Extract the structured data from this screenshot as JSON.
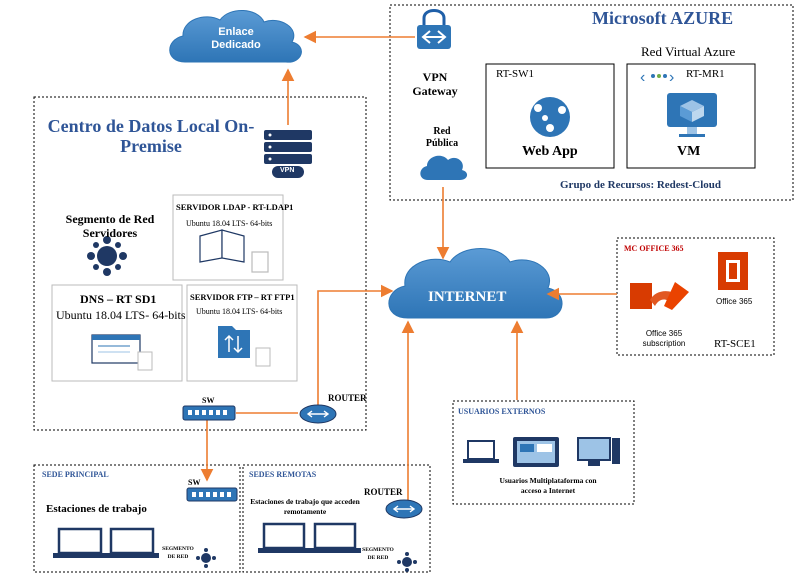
{
  "azure": {
    "title": "Microsoft AZURE",
    "vnet_label": "Red Virtual Azure",
    "vpn_gateway": "VPN Gateway",
    "public_net": "Red Pública",
    "sw1_id": "RT-SW1",
    "webapp": "Web App",
    "mr1_id": "RT-MR1",
    "vm": "VM",
    "resource_group": "Grupo de Recursos: Redest-Cloud"
  },
  "link": {
    "label": "Enlace Dedicado"
  },
  "internet": {
    "label": "INTERNET"
  },
  "onprem": {
    "title": "Centro de Datos Local On-Premise",
    "vpn_badge": "VPN",
    "segment_label": "Segmento de Red Servidores",
    "ldap_title": "SERVIDOR LDAP - RT-LDAP1",
    "ldap_os": "Ubuntu 18.04 LTS- 64-bits",
    "dns_title": "DNS – RT SD1",
    "dns_os": "Ubuntu 18.04 LTS- 64-bits",
    "ftp_title": "SERVIDOR FTP – RT FTP1",
    "ftp_os": "Ubuntu 18.04 LTS- 64-bits",
    "sw_label": "SW",
    "router_label": "ROUTER"
  },
  "office": {
    "title": "MC OFFICE 365",
    "product": "Office 365",
    "subscription": "Office 365 subscription",
    "id": "RT-SCE1"
  },
  "external": {
    "title": "USUARIOS EXTERNOS",
    "desc": "Usuarios Multiplataforma con acceso a Internet"
  },
  "hq": {
    "title": "SEDE PRINCIPAL",
    "sw_label": "SW",
    "workstations": "Estaciones de trabajo",
    "segment": "SEGMENTO DE RED"
  },
  "remote": {
    "title": "SEDES REMOTAS",
    "router_label": "ROUTER",
    "workstations": "Estaciones de trabajo que acceden remotamente",
    "segment": "SEGMENTO DE RED"
  },
  "colors": {
    "arrow": "#ed7d31",
    "cloud": "#2e75b6",
    "accent": "#2f5597"
  }
}
